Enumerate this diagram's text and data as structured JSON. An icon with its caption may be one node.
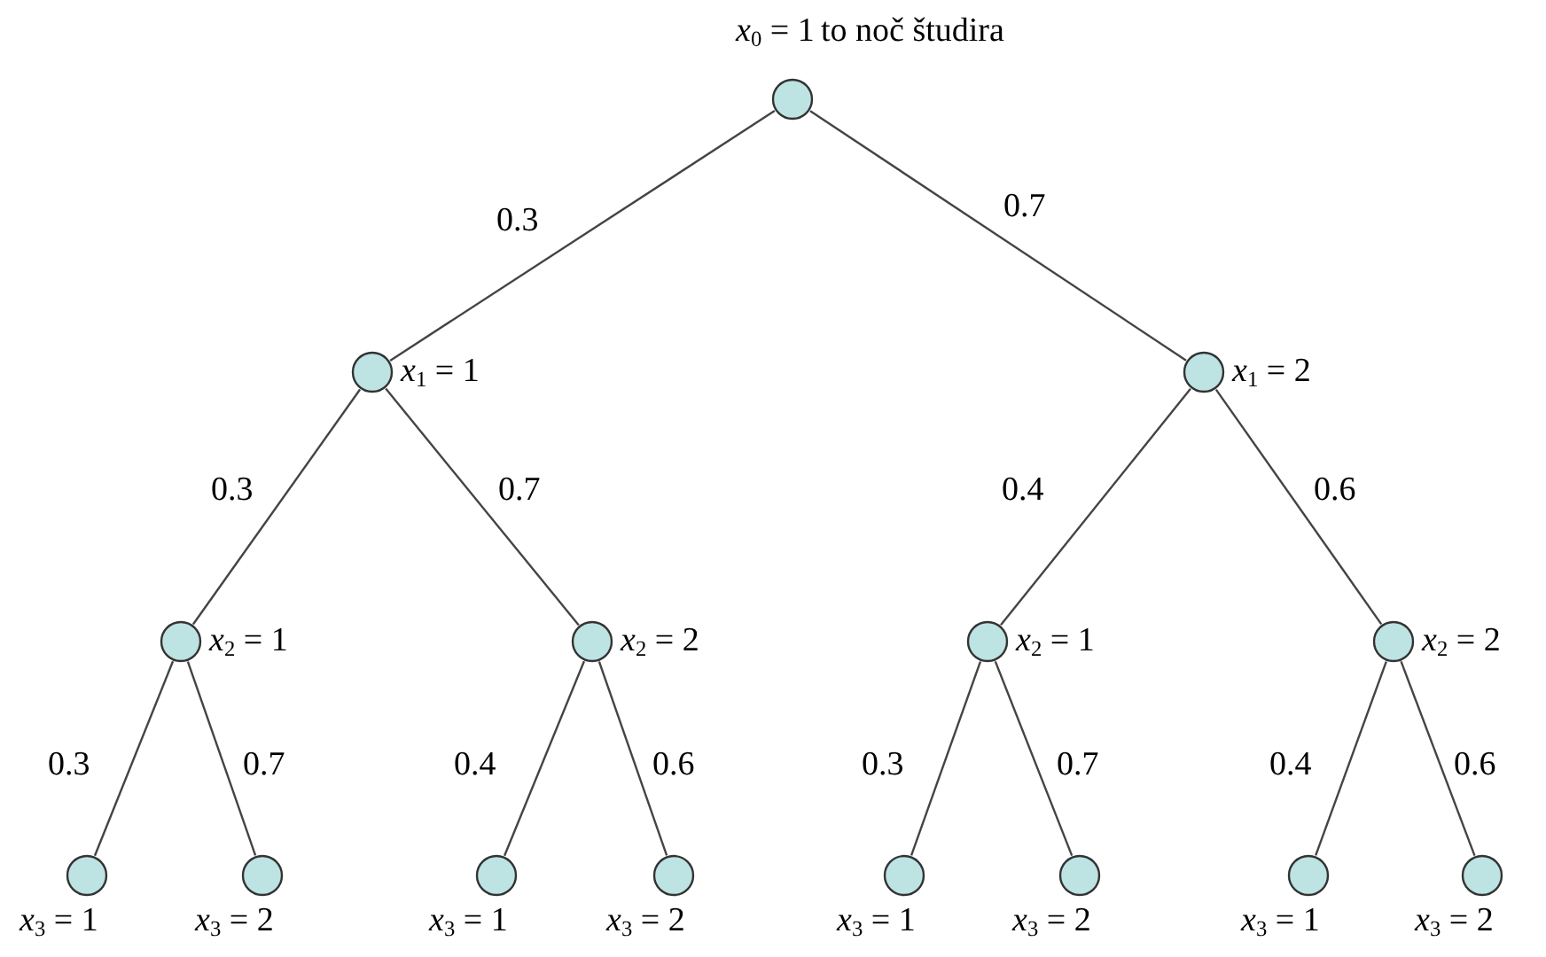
{
  "diagram": {
    "nodes": [
      {
        "text": [],
        "shape": "circle",
        "beside": [
          "*x*$_{0}$ = 1",
          "to noč študira"
        ]
      },
      {
        "text": [],
        "shape": "circle",
        "beside": [
          "*x*$_{1}$ = 1"
        ]
      },
      {
        "text": [],
        "shape": "circle",
        "beside": [
          "*x*$_{1}$ = 2"
        ]
      },
      {
        "text": [],
        "shape": "circle",
        "beside": [
          "*x*$_{2}$ = 1"
        ]
      },
      {
        "text": [],
        "shape": "circle",
        "beside": [
          "*x*$_{2}$ = 2"
        ]
      },
      {
        "text": [],
        "shape": "circle",
        "beside": [
          "*x*$_{2}$ = 1"
        ]
      },
      {
        "text": [],
        "shape": "circle",
        "beside": [
          "*x*$_{2}$ = 2"
        ]
      },
      {
        "text": [],
        "shape": "circle",
        "beside": [
          "*x*$_{3}$ = 1"
        ]
      },
      {
        "text": [],
        "shape": "circle",
        "beside": [
          "*x*$_{3}$ = 2"
        ]
      },
      {
        "text": [],
        "shape": "circle",
        "beside": [
          "*x*$_{3}$ = 1"
        ]
      },
      {
        "text": [],
        "shape": "circle",
        "beside": [
          "*x*$_{3}$ = 2"
        ]
      },
      {
        "text": [],
        "shape": "circle",
        "beside": [
          "*x*$_{3}$ = 1"
        ]
      },
      {
        "text": [],
        "shape": "circle",
        "beside": [
          "*x*$_{3}$ = 2"
        ]
      },
      {
        "text": [],
        "shape": "circle",
        "beside": [
          "*x*$_{3}$ = 1"
        ]
      },
      {
        "text": [],
        "shape": "circle",
        "beside": [
          "*x*$_{3}$ = 2"
        ]
      }
    ],
    "edges": [
      {
        "from": 0,
        "to": 1,
        "arrow": "none",
        "label": "0.3"
      },
      {
        "from": 0,
        "to": 2,
        "arrow": "none",
        "label": "0.7"
      },
      {
        "from": 1,
        "to": 3,
        "arrow": "none",
        "label": "0.3"
      },
      {
        "from": 1,
        "to": 4,
        "arrow": "none",
        "label": "0.7"
      },
      {
        "from": 2,
        "to": 5,
        "arrow": "none",
        "label": "0.4"
      },
      {
        "from": 2,
        "to": 6,
        "arrow": "none",
        "label": "0.6"
      },
      {
        "from": 3,
        "to": 7,
        "arrow": "none",
        "label": "0.3"
      },
      {
        "from": 3,
        "to": 8,
        "arrow": "none",
        "label": "0.7"
      },
      {
        "from": 4,
        "to": 9,
        "arrow": "none",
        "label": "0.4"
      },
      {
        "from": 4,
        "to": 10,
        "arrow": "none",
        "label": "0.6"
      },
      {
        "from": 5,
        "to": 11,
        "arrow": "none",
        "label": "0.3"
      },
      {
        "from": 5,
        "to": 12,
        "arrow": "none",
        "label": "0.7"
      },
      {
        "from": 6,
        "to": 13,
        "arrow": "none",
        "label": "0.4"
      },
      {
        "from": 6,
        "to": 14,
        "arrow": "none",
        "label": "0.6"
      }
    ]
  }
}
